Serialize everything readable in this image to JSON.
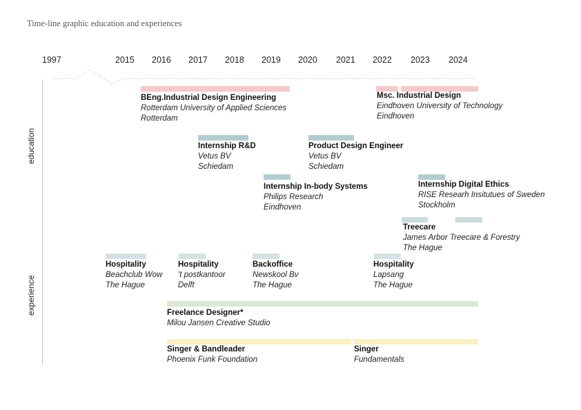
{
  "title": "Time-line graphic education and experiences",
  "years": [
    "1997",
    "2015",
    "2016",
    "2017",
    "2018",
    "2019",
    "2020",
    "2021",
    "2022",
    "2023",
    "2024"
  ],
  "sections": {
    "education": "education",
    "experience": "experience"
  },
  "colors": {
    "education_primary": "#f5c9ca",
    "internship": "#b3cdcf",
    "treecare": "#cddcdd",
    "hospitality": "#d6e1e3",
    "freelance": "#dde8d4",
    "music": "#fcefc6",
    "axis": "#c8c8c8"
  },
  "entries": {
    "beng": {
      "title": "BEng.Industrial Design Engineering",
      "line1": "Rotterdam University of Applied Sciences",
      "line2": "Rotterdam"
    },
    "msc": {
      "title": "Msc. Industrial Design",
      "line1": "Eindhoven University of Technology",
      "line2": "Eindhoven"
    },
    "internship_rd": {
      "title": "Internship R&D",
      "line1": "Vetus BV",
      "line2": "Schiedam"
    },
    "product_design": {
      "title": "Product Design Engineer",
      "line1": "Vetus BV",
      "line2": "Schiedam"
    },
    "internship_inbody": {
      "title": "Internship In-body Systems",
      "line1": "Philips Research",
      "line2": "Eindhoven"
    },
    "internship_ethics": {
      "title": "Internship Digital Ethics",
      "line1": "RISE Researh Insitutues of Sweden",
      "line2": "Stockholm"
    },
    "treecare": {
      "title": "Treecare",
      "line1": "James Arbor Treecare & Forestry",
      "line2": "The Hague"
    },
    "hosp_beachclub": {
      "title": "Hospitality",
      "line1": "Beachclub Wow",
      "line2": "The Hague"
    },
    "hosp_postkantoor": {
      "title": "Hospitality",
      "line1": "'t postkantoor",
      "line2": "Delft"
    },
    "backoffice": {
      "title": "Backoffice",
      "line1": "Newskool Bv",
      "line2": "The Hague"
    },
    "hosp_lapsang": {
      "title": "Hospitality",
      "line1": "Lapsang",
      "line2": "The Hague"
    },
    "freelance": {
      "title": "Freelance Designer*",
      "line1": "Milou Jansen Creative Studio"
    },
    "singer_bandleader": {
      "title": "Singer & Bandleader",
      "line1": "Phoenix Funk Foundation"
    },
    "singer": {
      "title": "Singer",
      "line1": "Fundamentals"
    }
  }
}
